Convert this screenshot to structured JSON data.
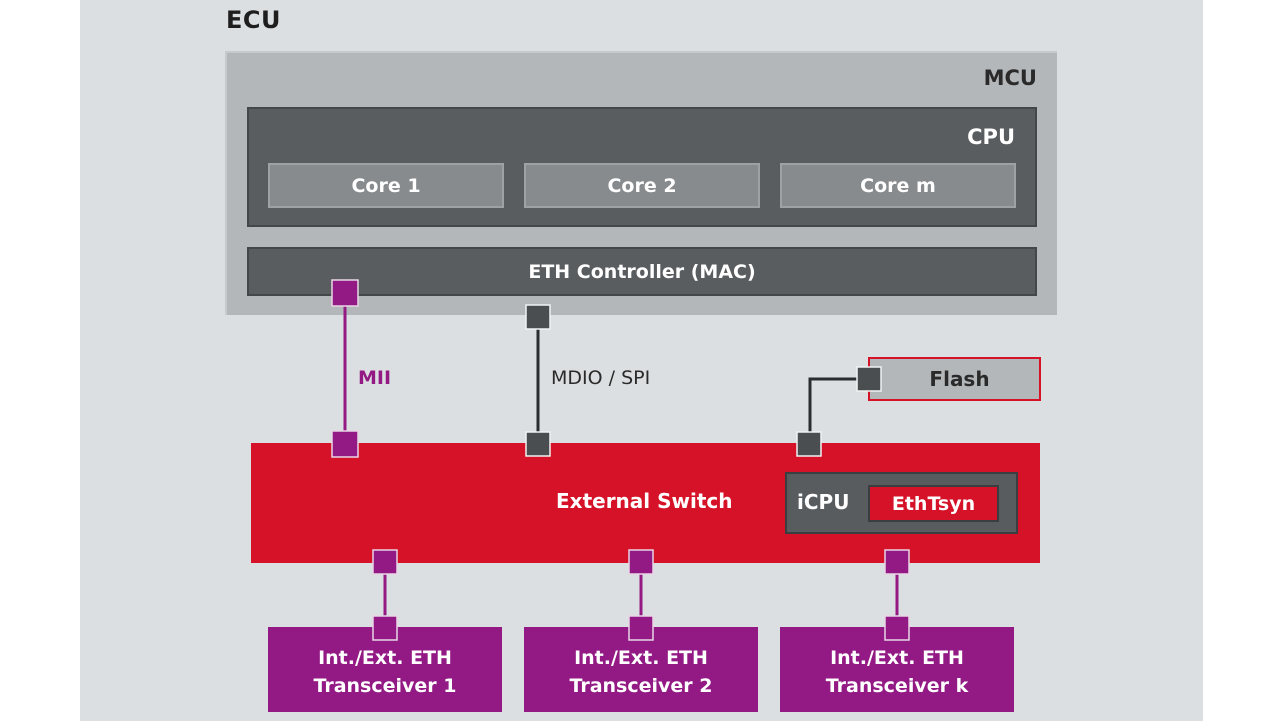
{
  "diagram": {
    "ecu": {
      "label": "ECU"
    },
    "mcu": {
      "label": "MCU",
      "cpu": {
        "label": "CPU",
        "cores": [
          {
            "label": "Core 1"
          },
          {
            "label": "Core 2"
          },
          {
            "label": "Core m"
          }
        ]
      },
      "eth_controller": {
        "label": "ETH Controller (MAC)"
      }
    },
    "interfaces": {
      "mii": {
        "label": "MII",
        "color": "#931a84"
      },
      "mdio_spi": {
        "label": "MDIO / SPI",
        "color": "#3a3d40"
      }
    },
    "flash": {
      "label": "Flash"
    },
    "external_switch": {
      "label": "External Switch",
      "color": "#d51227",
      "icpu": {
        "label": "iCPU",
        "module": {
          "label": "EthTsyn"
        }
      }
    },
    "transceivers": [
      {
        "line1": "Int./Ext. ETH",
        "line2": "Transceiver 1"
      },
      {
        "line1": "Int./Ext. ETH",
        "line2": "Transceiver 2"
      },
      {
        "line1": "Int./Ext. ETH",
        "line2": "Transceiver k"
      }
    ],
    "connections": [
      {
        "from": "eth_controller",
        "to": "external_switch",
        "type": "mii"
      },
      {
        "from": "mcu",
        "to": "external_switch",
        "type": "mdio_spi"
      },
      {
        "from": "external_switch",
        "to": "flash",
        "type": "mdio_spi"
      },
      {
        "from": "external_switch",
        "to": "transceiver_1",
        "type": "mii"
      },
      {
        "from": "external_switch",
        "to": "transceiver_2",
        "type": "mii"
      },
      {
        "from": "external_switch",
        "to": "transceiver_k",
        "type": "mii"
      }
    ]
  }
}
